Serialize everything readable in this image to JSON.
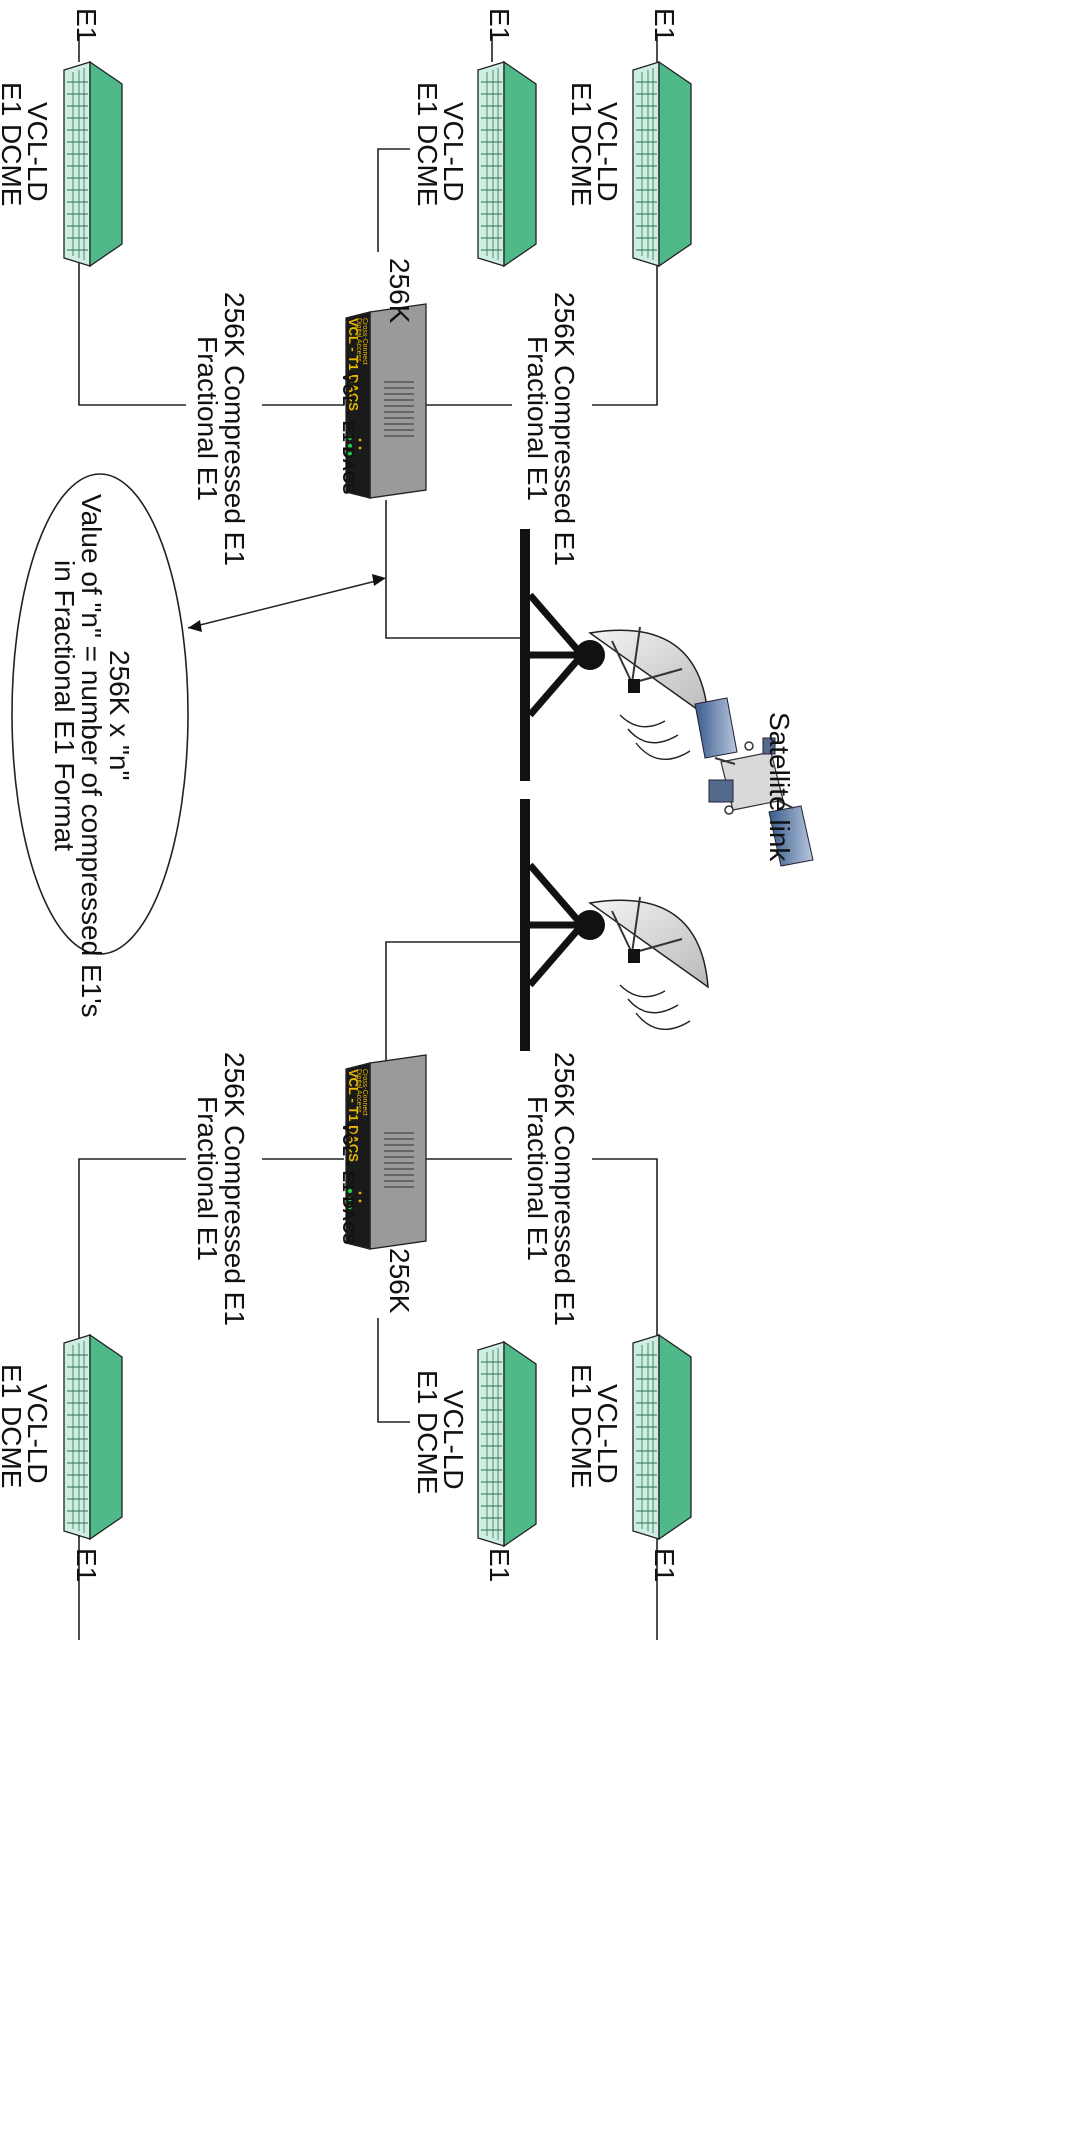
{
  "title": "Satellite link",
  "annotation": {
    "line1": "256K  x \"n\"",
    "line2": "Value of \"n\" = number of compressed E1's",
    "line3": "in Fractional E1 Format"
  },
  "labels": {
    "e1": "E1",
    "dcme_line1": "VCL-LD",
    "dcme_line2": "E1 DCME",
    "compressed_line1": "256K Compressed E1",
    "compressed_line2": "Fractional E1",
    "rate": "256K",
    "dacs_name": "VCL - E1 DACS",
    "dacs_faceplate": "VCL - T1 DACS",
    "dacs_sub1": "Digital Access",
    "dacs_sub2": "Cross-Connect"
  },
  "colors": {
    "dcme_green": "#4fb98a",
    "dcme_light": "#cdeee0",
    "dacs_body": "#9a9a9a",
    "dacs_face": "#1a1a1a",
    "dacs_text": "#e6b800",
    "led_green": "#22cc44"
  }
}
